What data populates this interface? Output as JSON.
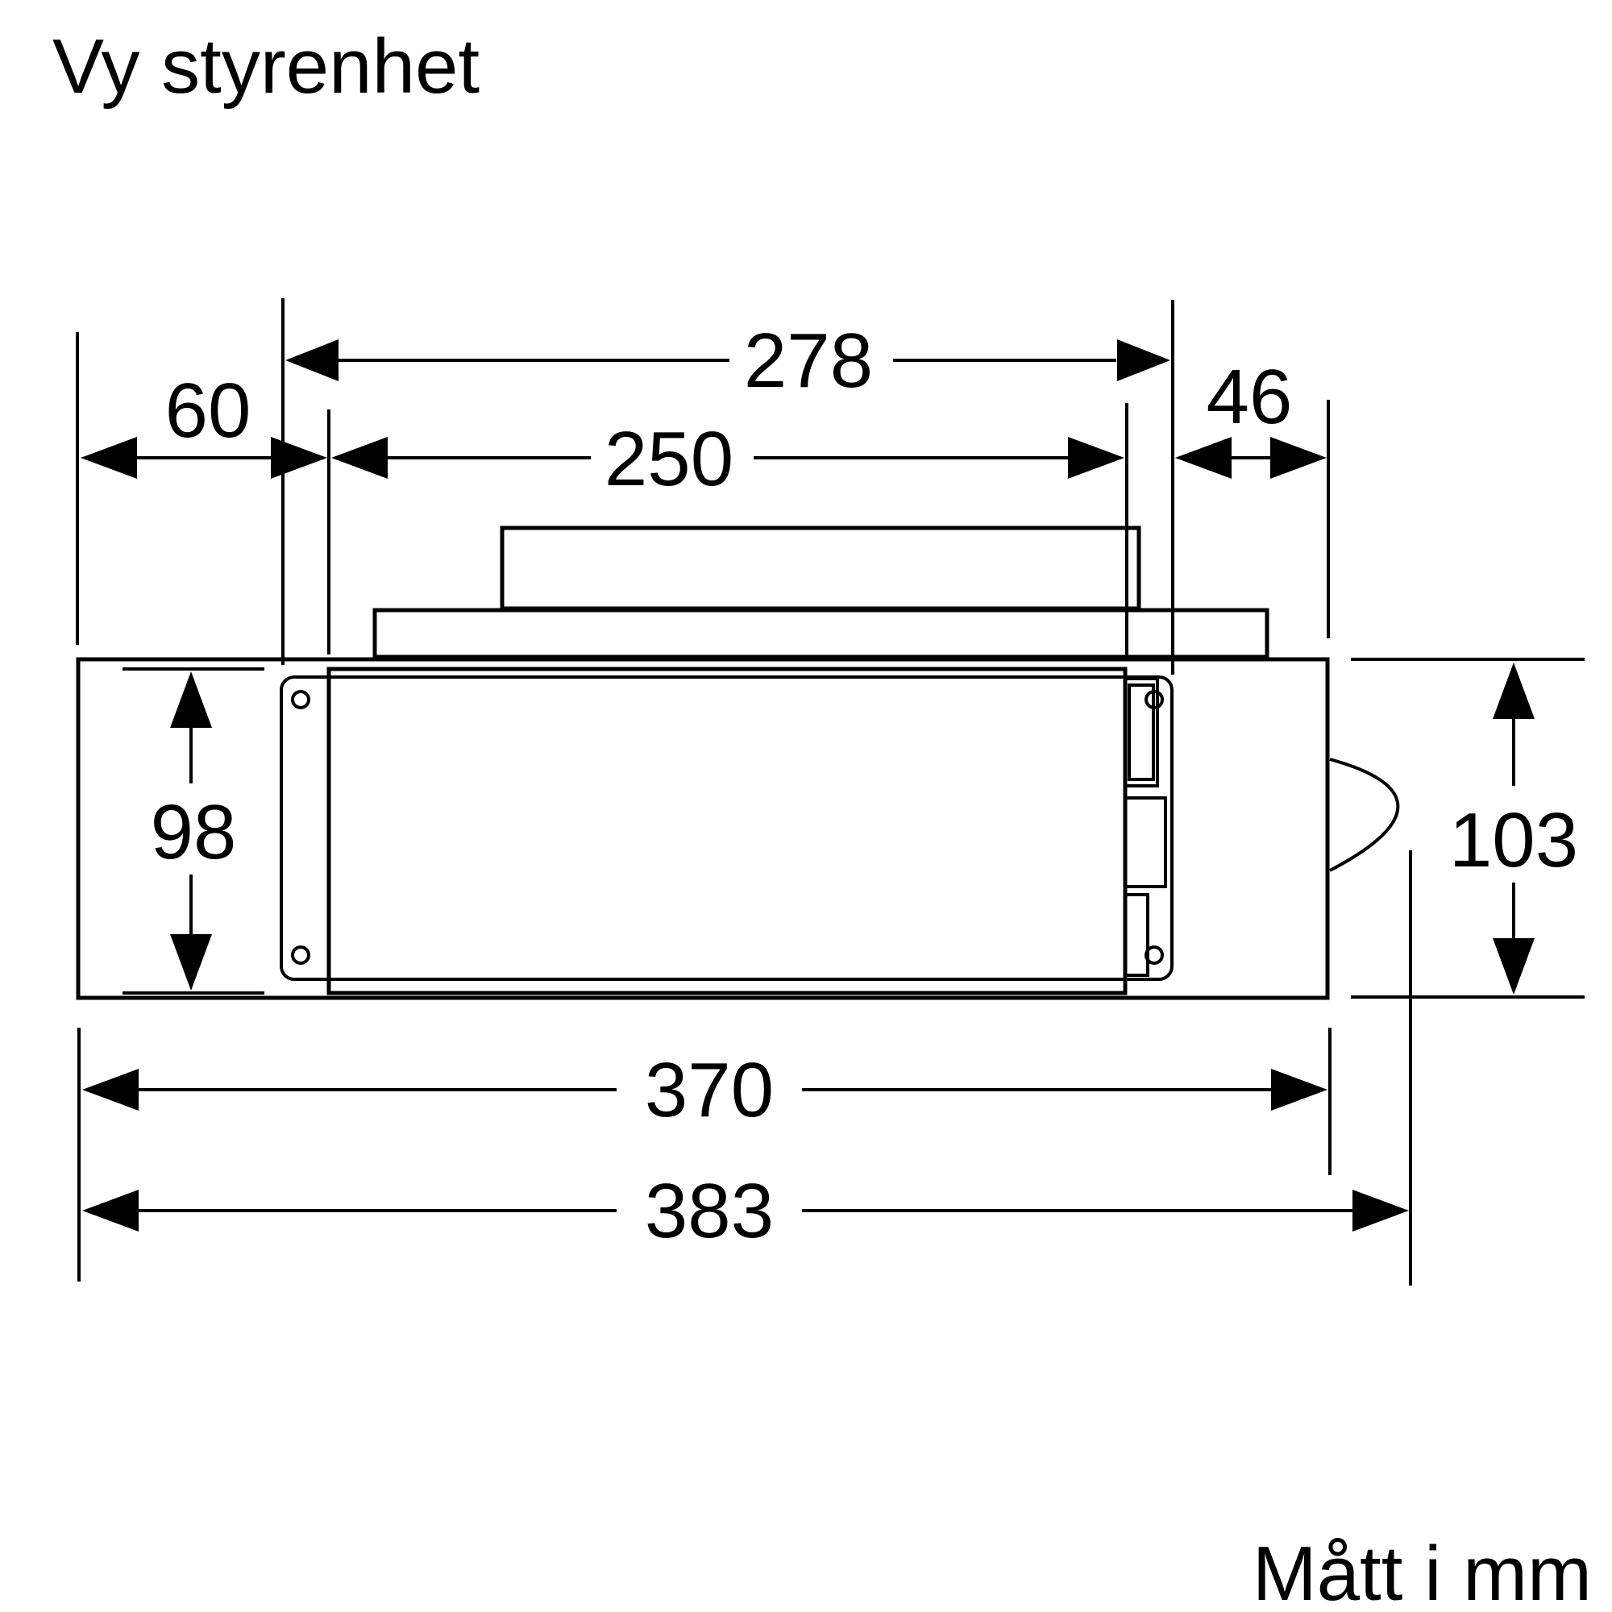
{
  "title": "Vy styrenhet",
  "units_note": "Mått i mm",
  "dimensions": {
    "width_278": "278",
    "width_250": "250",
    "offset_60": "60",
    "offset_46": "46",
    "inner_height_98": "98",
    "height_103": "103",
    "width_370": "370",
    "width_383": "383"
  }
}
